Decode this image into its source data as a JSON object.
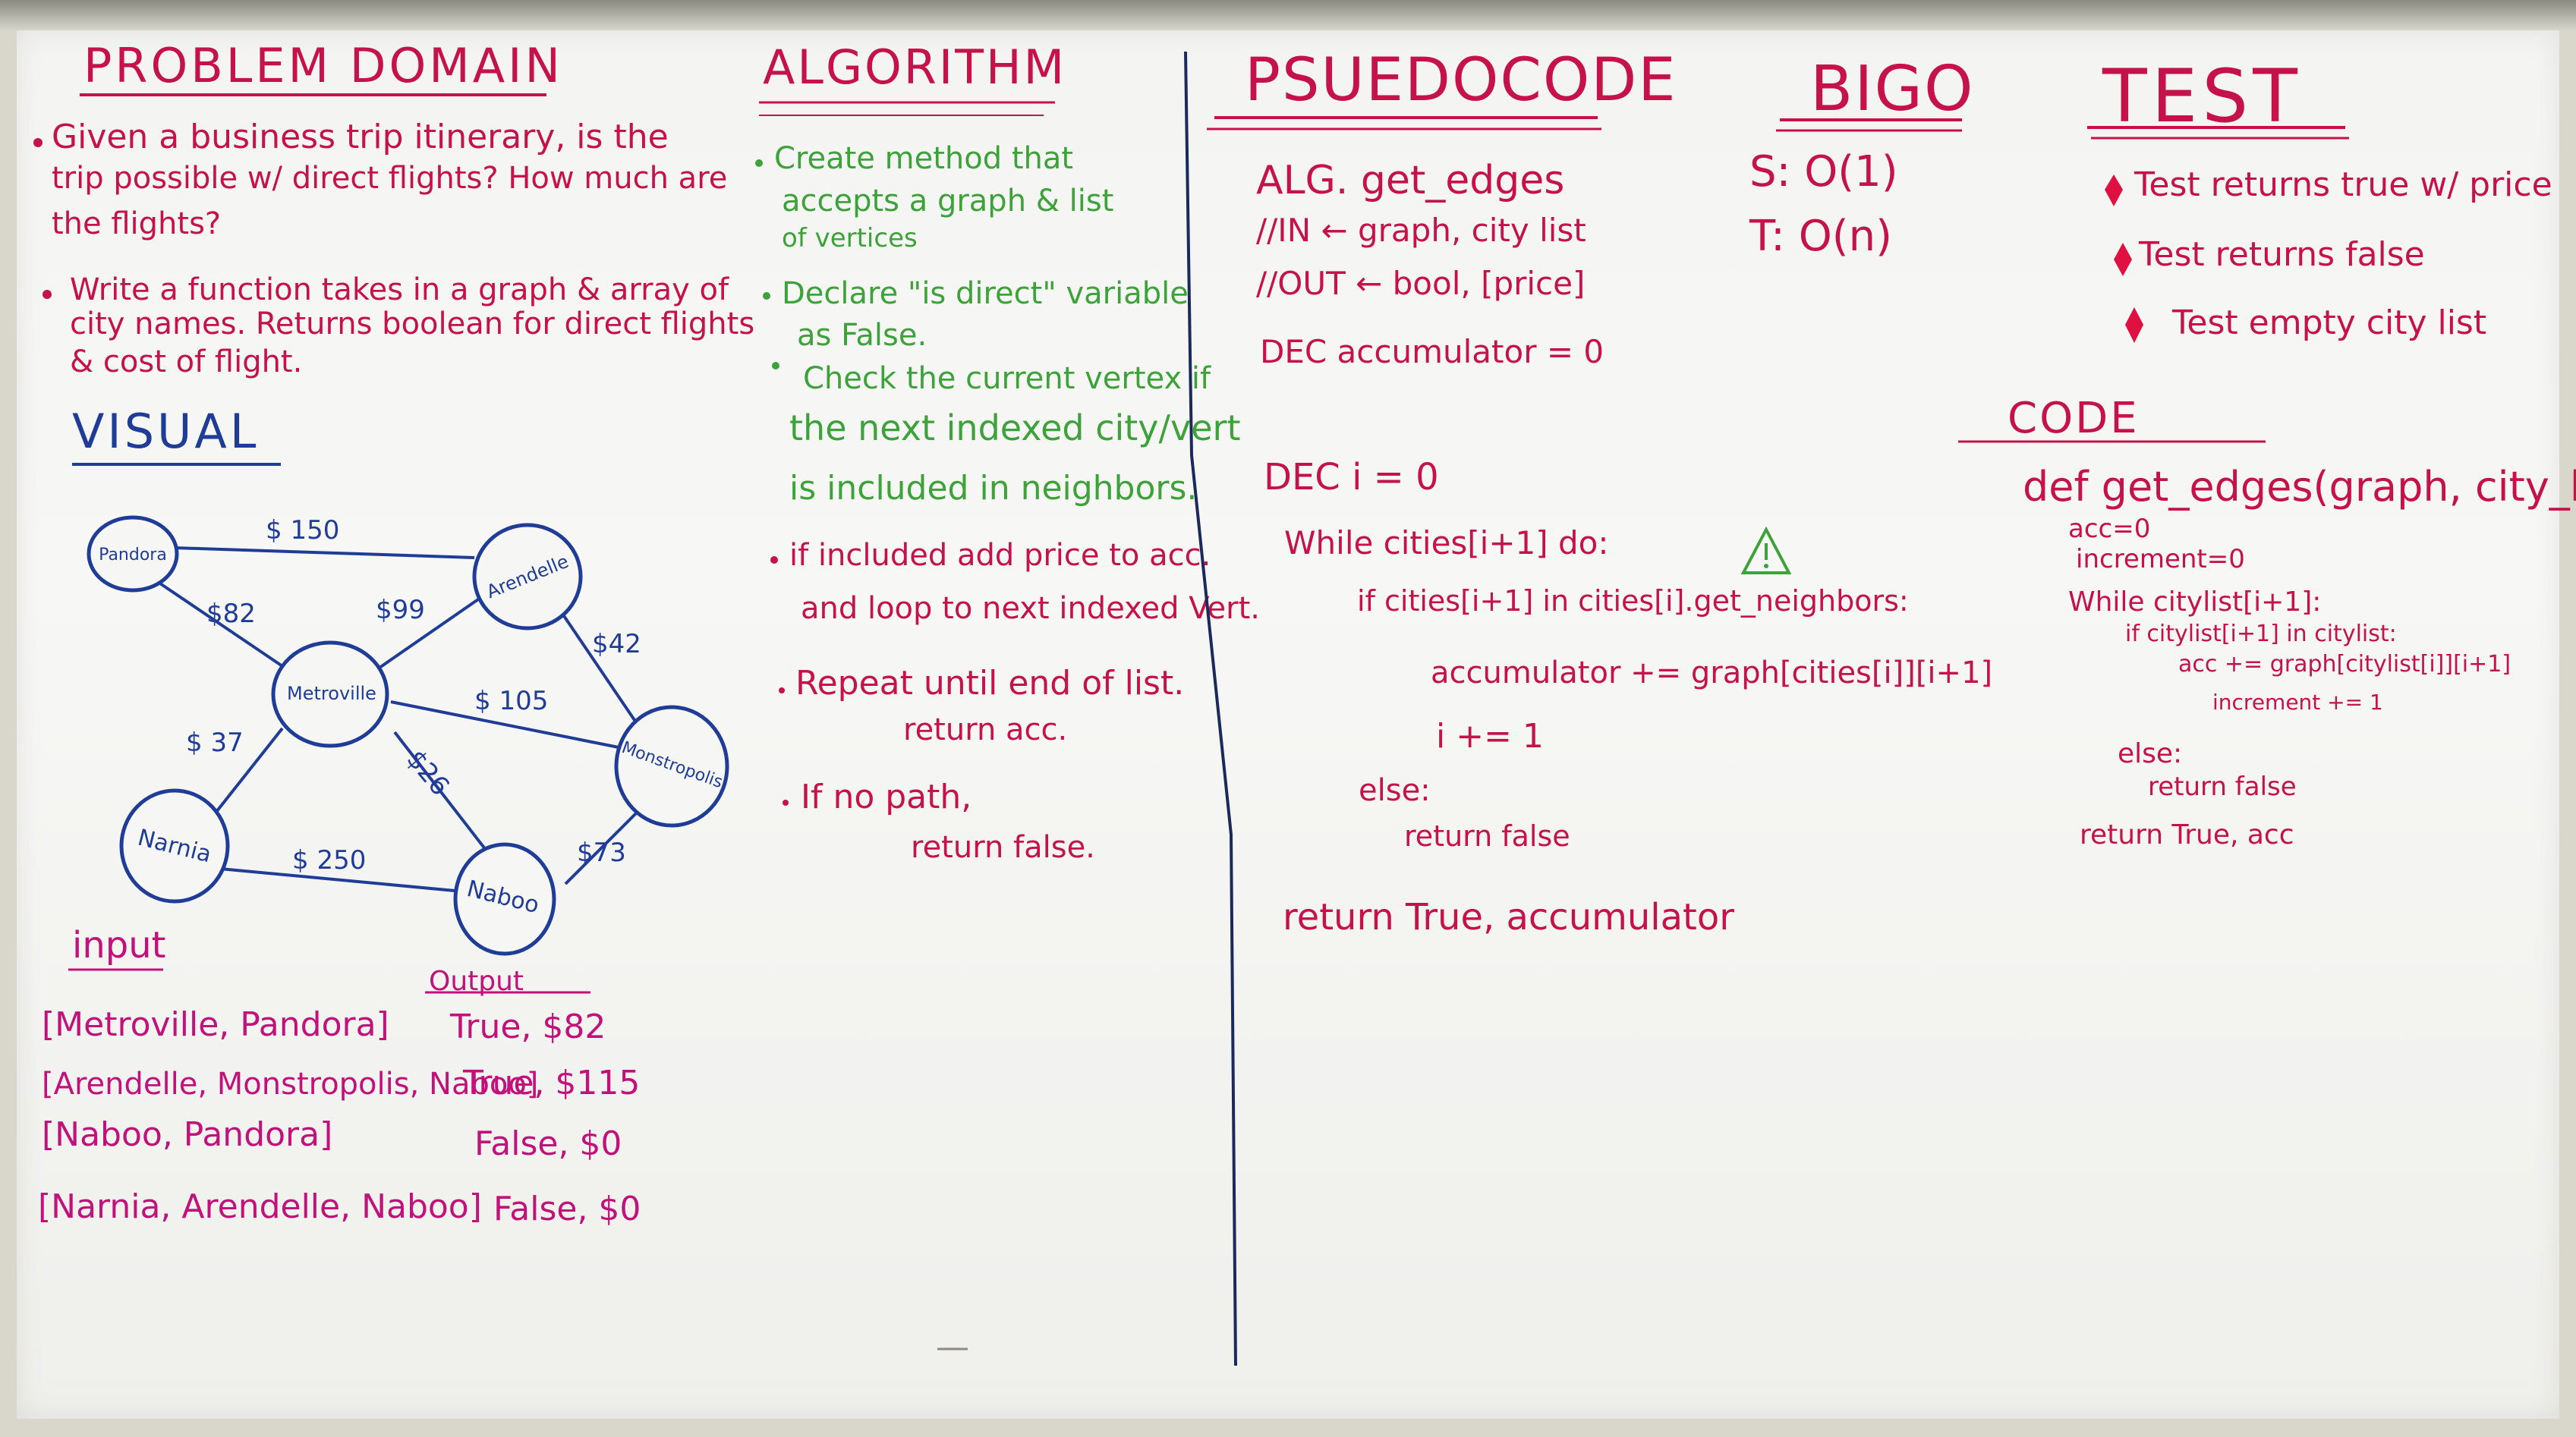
{
  "problem_domain": {
    "heading": "PROBLEM DOMAIN",
    "bullets": [
      [
        "Given a business trip itinerary, is the",
        "trip possible w/ direct flights? How much are",
        "the flights?"
      ],
      [
        "Write a function takes in a graph & array of",
        "city names. Returns boolean for direct flights",
        "& cost of flight."
      ]
    ]
  },
  "visual": {
    "heading": "VISUAL",
    "nodes": [
      "Pandora",
      "Arendelle",
      "Metroville",
      "Monstropolis",
      "Narnia",
      "Naboo"
    ],
    "edge_labels": [
      "$ 150",
      "$82",
      "$99",
      "$42",
      "$ 105",
      "$ 37",
      "$26",
      "$ 250",
      "$73"
    ]
  },
  "io": {
    "input_heading": "input",
    "output_heading": "Output",
    "rows": [
      {
        "input": "[Metroville, Pandora]",
        "output": "True, $82"
      },
      {
        "input": "[Arendelle, Monstropolis, Naboo]",
        "output": "True, $115"
      },
      {
        "input": "[Naboo, Pandora]",
        "output": "False, $0"
      },
      {
        "input": "[Narnia, Arendelle, Naboo]",
        "output": "False, $0"
      }
    ]
  },
  "algorithm": {
    "heading": "ALGORITHM",
    "green_steps": [
      [
        "Create method that",
        "accepts a graph & list",
        "of vertices"
      ],
      [
        "Declare \"is direct\" variable",
        "as False."
      ],
      [
        "Check the current vertex if",
        "the next indexed city/vert",
        "is included in neighbors."
      ]
    ],
    "red_steps": [
      [
        "if included add price to acc.",
        "and loop to next indexed Vert."
      ],
      [
        "Repeat until end of list.",
        "return acc."
      ],
      [
        "If no path,",
        "return false."
      ]
    ]
  },
  "pseudocode": {
    "heading": "PSUEDOCODE",
    "lines": [
      "ALG. get_edges",
      "//IN ← graph, city list",
      "//OUT ← bool, [price]",
      "DEC accumulator = 0",
      "DEC i = 0",
      "While cities[i+1] do:",
      "if cities[i+1] in cities[i].get_neighbors:",
      "accumulator += graph[cities[i]][i+1]",
      "i += 1",
      "else:",
      "return false",
      "return True, accumulator"
    ],
    "warning_icon": "warning-triangle-icon"
  },
  "bigo": {
    "heading": "BIGO",
    "space": "S: O(1)",
    "time": "T: O(n)"
  },
  "test": {
    "heading": "TEST",
    "items": [
      "Test returns true w/ price",
      "Test returns false",
      "Test empty city list"
    ]
  },
  "code": {
    "heading": "CODE",
    "lines": [
      "def get_edges(graph, city_list):",
      "acc=0",
      "increment=0",
      "While citylist[i+1]:",
      "if citylist[i+1] in citylist:",
      "acc += graph[citylist[i]][i+1]",
      "increment += 1",
      "else:",
      "return false",
      "return True, acc"
    ]
  },
  "colors": {
    "red_marker": "#c5124a",
    "pink_marker": "#c0127a",
    "green_marker": "#3da23a",
    "blue_marker": "#1f3d96",
    "purple_marker": "#8a1a86",
    "divider": "#1a2a5a"
  }
}
